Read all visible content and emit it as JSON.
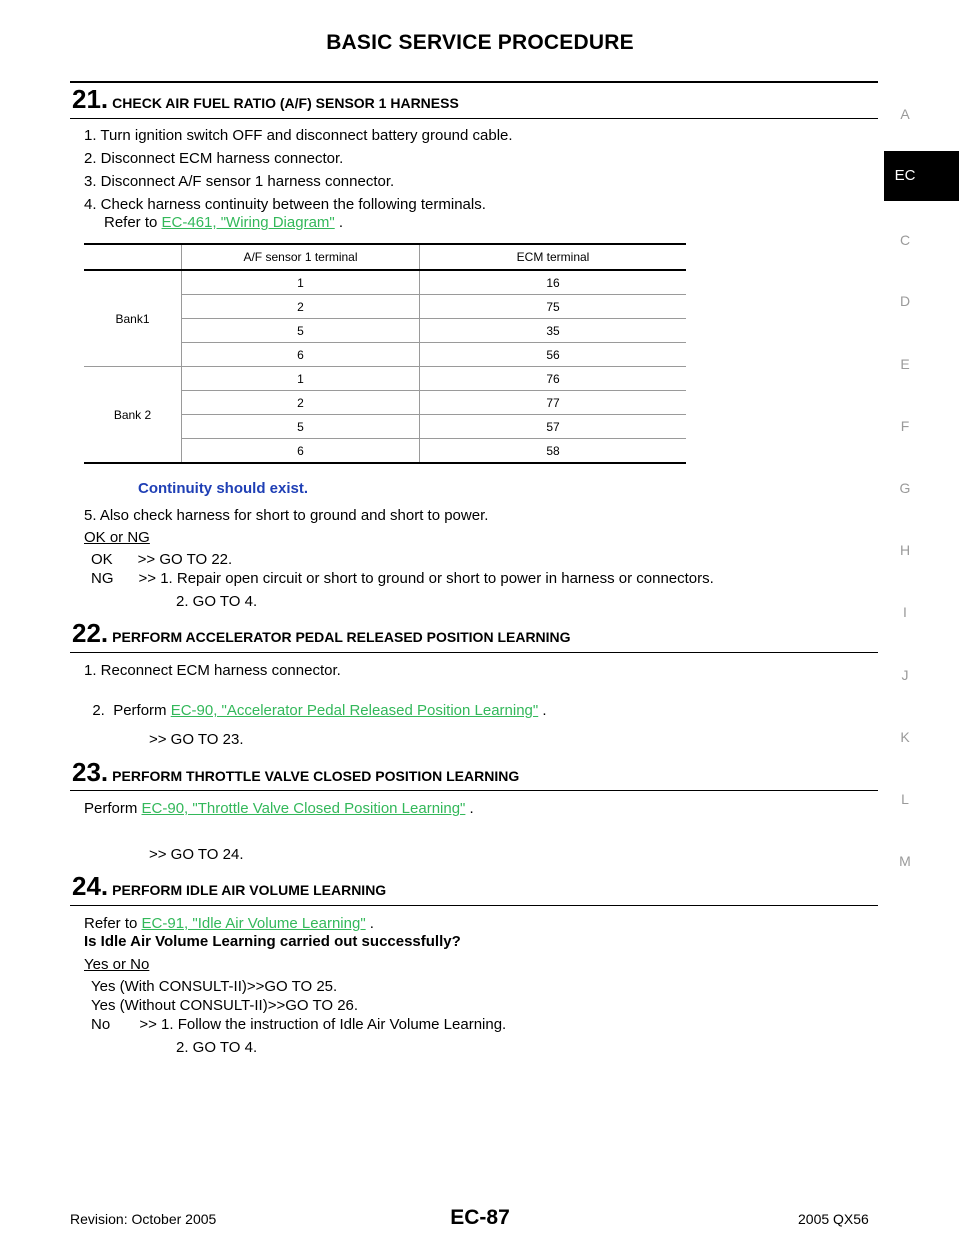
{
  "header": {
    "title": "BASIC SERVICE PROCEDURE"
  },
  "sidebar": {
    "letters": [
      "A",
      "C",
      "D",
      "E",
      "F",
      "G",
      "H",
      "I",
      "J",
      "K",
      "L",
      "M"
    ],
    "active": "EC"
  },
  "step21": {
    "num": "21.",
    "title": "CHECK AIR FUEL RATIO (A/F) SENSOR 1 HARNESS",
    "items": [
      "1.  Turn ignition switch OFF and disconnect battery ground cable.",
      "2.  Disconnect ECM harness connector.",
      "3.  Disconnect A/F sensor 1 harness connector.",
      "4.  Check harness continuity between the following terminals."
    ],
    "refer_prefix": "Refer to ",
    "refer_link": "EC-461, \"Wiring Diagram\"",
    "refer_suffix": " .",
    "table": {
      "headers": [
        "",
        "A/F sensor 1 terminal",
        "ECM terminal"
      ],
      "banks": [
        {
          "name": "Bank1",
          "rows": [
            [
              "1",
              "16"
            ],
            [
              "2",
              "75"
            ],
            [
              "5",
              "35"
            ],
            [
              "6",
              "56"
            ]
          ]
        },
        {
          "name": "Bank 2",
          "rows": [
            [
              "1",
              "76"
            ],
            [
              "2",
              "77"
            ],
            [
              "5",
              "57"
            ],
            [
              "6",
              "58"
            ]
          ]
        }
      ]
    },
    "note": "Continuity should exist.",
    "item5": "5.  Also check harness for short to ground and short to power.",
    "judge": "OK or NG",
    "ok": "OK      >> GO TO 22.",
    "ng": "NG      >> 1. Repair open circuit or short to ground or short to power in harness or connectors.",
    "ng2": "2. GO TO 4."
  },
  "step22": {
    "num": "22.",
    "title": "PERFORM ACCELERATOR PEDAL RELEASED POSITION LEARNING",
    "item1": "1.  Reconnect ECM harness connector.",
    "item2_prefix": "2.  Perform ",
    "item2_link": "EC-90, \"Accelerator Pedal Released Position Learning\"",
    "item2_suffix": " .",
    "goto": ">> GO TO 23."
  },
  "step23": {
    "num": "23.",
    "title": "PERFORM THROTTLE VALVE CLOSED POSITION LEARNING",
    "prefix": "Perform ",
    "link": "EC-90, \"Throttle Valve Closed Position Learning\"",
    "suffix": " .",
    "goto": ">> GO TO 24."
  },
  "step24": {
    "num": "24.",
    "title": "PERFORM IDLE AIR VOLUME LEARNING",
    "prefix": "Refer to ",
    "link": "EC-91, \"Idle Air Volume Learning\"",
    "suffix": " .",
    "question": "Is Idle Air Volume Learning carried out successfully?",
    "judge": "Yes or No",
    "yes1": "Yes (With CONSULT-II)>>GO TO 25.",
    "yes2": "Yes (Without CONSULT-II)>>GO TO 26.",
    "no": "No       >> 1. Follow the instruction of Idle Air Volume Learning.",
    "no2": "2. GO TO 4."
  },
  "footer": {
    "revision": "Revision: October 2005",
    "page": "EC-87",
    "model": "2005 QX56"
  }
}
